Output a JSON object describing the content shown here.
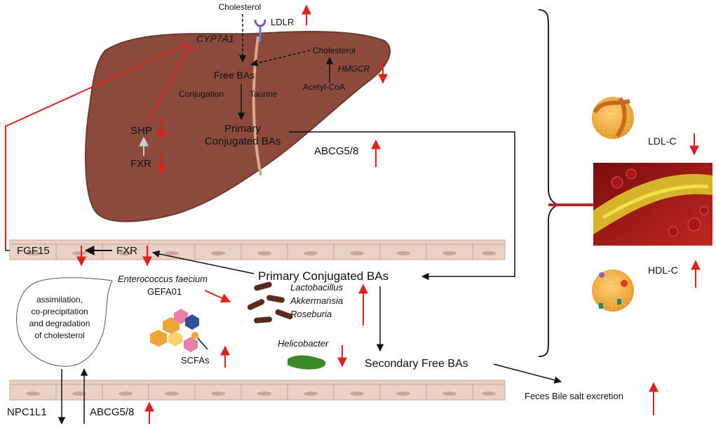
{
  "liver": {
    "cholesterol_top": "Cholesterol",
    "ldlr": "LDLR",
    "cyp7a1": "CYP7A1",
    "cholesterol_right": "Cholesterol",
    "hmgcr": "HMGCR",
    "acetyl_coa": "Acetyl-CoA",
    "free_bas": "Free BAs",
    "conjugation": "Conjugation",
    "taurine": "Taurine",
    "primary_conjugated_1": "Primary",
    "primary_conjugated_2": "Conjugated BAs",
    "shp": "SHP",
    "fxr": "FXR",
    "abcg58": "ABCG5/8"
  },
  "intestine": {
    "fgf15": "FGF15",
    "fxr": "FXR",
    "primary_conjugated": "Primary Conjugated BAs",
    "enterococcus": "Enterococcus faecium",
    "gefa01": "GEFA01",
    "bubble": [
      "assimilation,",
      "co-precipitation",
      "and degradation",
      "of cholesterol"
    ],
    "bacteria": [
      "Lactobacillus",
      "Akkermansia",
      "Roseburia"
    ],
    "helicobacter": "Helicobacter",
    "scfas": "SCFAs",
    "secondary_free": "Secondary Free BAs",
    "npc1l1": "NPC1L1",
    "abcg58": "ABCG5/8",
    "feces": "Feces Bile salt excretion"
  },
  "outcomes": {
    "ldl": "LDL-C",
    "hdl": "HDL-C"
  },
  "colors": {
    "liver": "#8b4a3c",
    "liver_edge": "#6e3a2f",
    "up_down_arrow": "#e0201b",
    "inhibit": "#c0392b",
    "intestine": "#ead1c6",
    "intestine_edge": "#c9a597"
  }
}
